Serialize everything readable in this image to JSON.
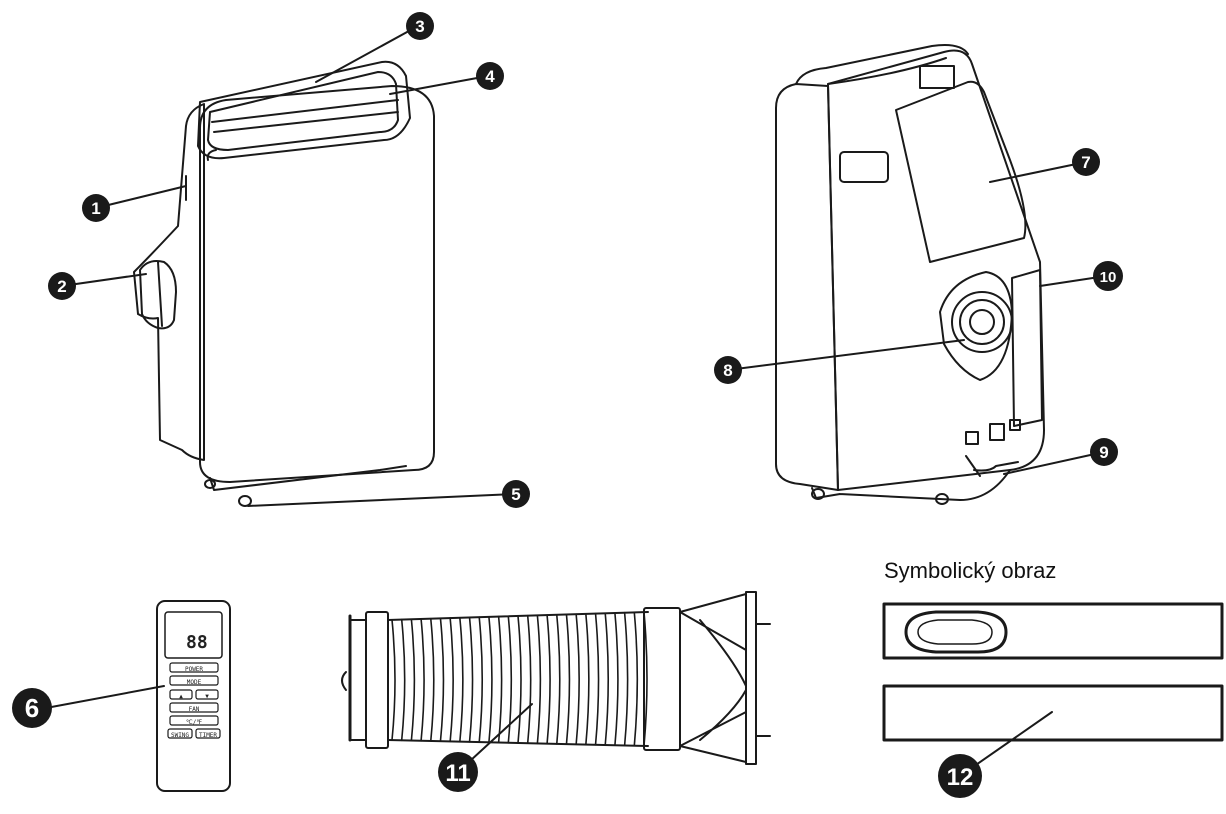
{
  "caption": "Symbolický obraz",
  "callouts": [
    {
      "id": "1",
      "part": "unit"
    },
    {
      "id": "2",
      "part": "unit"
    },
    {
      "id": "3",
      "part": "unit"
    },
    {
      "id": "4",
      "part": "unit"
    },
    {
      "id": "5",
      "part": "unit"
    },
    {
      "id": "6",
      "part": "remote-control"
    },
    {
      "id": "7",
      "part": "unit-rear"
    },
    {
      "id": "8",
      "part": "unit-rear"
    },
    {
      "id": "9",
      "part": "unit-rear"
    },
    {
      "id": "10",
      "part": "unit-rear"
    },
    {
      "id": "11",
      "part": "exhaust-hose"
    },
    {
      "id": "12",
      "part": "window-kit"
    }
  ],
  "remote": {
    "display": "88",
    "buttons": [
      "POWER",
      "MODE",
      "▲",
      "▼",
      "FAN",
      "℃/℉",
      "SWING",
      "TIMER"
    ]
  },
  "colors": {
    "badge": "#1a1a1a",
    "line": "#1a1a1a",
    "background": "#ffffff"
  }
}
